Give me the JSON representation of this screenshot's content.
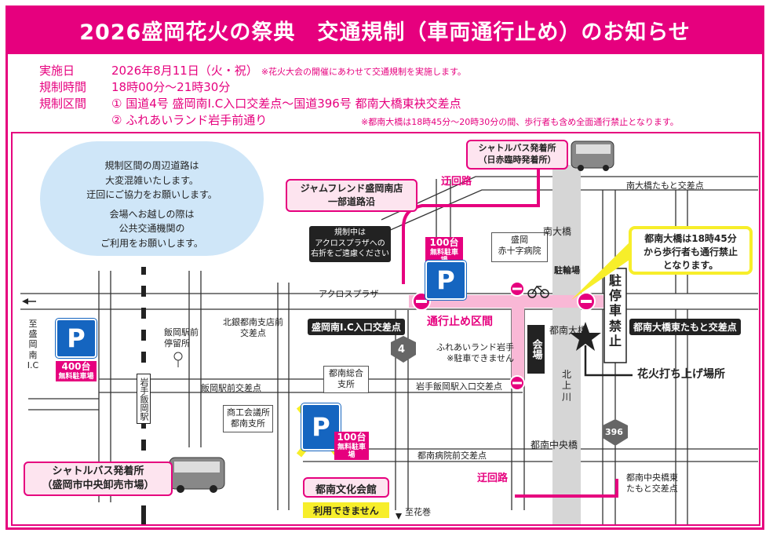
{
  "title": "2026盛岡花火の祭典　交通規制（車両通行止め）のお知らせ",
  "info": {
    "date_label": "実施日",
    "date_value": "2026年8月11日（火・祝）",
    "date_note": "※花火大会の開催にあわせて交通規制を実施します。",
    "time_label": "規制時間",
    "time_value": "18時00分～21時30分",
    "area_label": "規制区間",
    "area_1": "① 国道4号 盛岡南I.C入口交差点～国道396号 都南大橋東袂交差点",
    "area_2": "② ふれあいランド岩手前通り",
    "bridge_note": "※都南大橋は18時45分～20時30分の間、歩行者も含め全面通行禁止となります。"
  },
  "bubble": {
    "line1": "規制区間の周辺道路は",
    "line2": "大変混雑いたします。",
    "line3": "迂回にご協力をお願いします。",
    "line4": "会場へお越しの際は",
    "line5": "公共交通機関の",
    "line6": "ご利用をお願いします。"
  },
  "map": {
    "shuttle_top_1": "シャトルバス発着所",
    "shuttle_top_2": "（日赤臨時発着所）",
    "detour_top": "迂回路",
    "detour_bottom": "迂回路",
    "jam_1": "ジャムフレンド盛岡南店",
    "jam_2": "一部道路沿",
    "acros_note_1": "規制中は",
    "acros_note_2": "アクロスプラザへの",
    "acros_note_3": "右折をご遠慮ください",
    "acros": "アクロスプラザ",
    "parking_100_a_num": "100台",
    "parking_100_a_text": "無料駐車場",
    "parking_400_num": "400台",
    "parking_400_text": "無料駐車場",
    "parking_100_b_num": "100台",
    "parking_100_b_text": "無料駐車場",
    "p": "P",
    "hospital_1": "盛岡",
    "hospital_2": "赤十字病院",
    "minami_ohashi": "南大橋",
    "minami_ohashi_tamoto": "南大橋たもと交差点",
    "bicycle": "駐輪場",
    "bridge_callout_1": "都南大橋は18時45分",
    "bridge_callout_2": "から歩行者も通行禁止",
    "bridge_callout_3": "となります。",
    "no_parking_1": "駐",
    "no_parking_2": "停",
    "no_parking_3": "車",
    "no_parking_4": "禁",
    "no_parking_5": "止",
    "tonan_ohashi_east": "都南大橋東たもと交差点",
    "tonan_ohashi": "都南大橋",
    "to_morioka_ic_1": "至",
    "to_morioka_ic_2": "盛",
    "to_morioka_ic_3": "岡",
    "to_morioka_ic_4": "南",
    "to_morioka_ic_5": "I.C",
    "iiokaeki_mae_1": "飯岡駅前",
    "iiokaeki_mae_2": "停留所",
    "hokugin": "北銀都南支店前",
    "hokugin_2": "交差点",
    "ic_entrance": "盛岡南I.C入口交差点",
    "closed_section": "通行止め区間",
    "venue": "会場",
    "fureai_1": "ふれあいランド岩手",
    "fureai_2": "※駐車できません",
    "route4": "4",
    "route396": "396",
    "kitakami_1": "北",
    "kitakami_2": "上",
    "kitakami_3": "川",
    "fireworks": "花火打ち上げ場所",
    "station": "岩手飯岡駅",
    "iioka_ekimae": "飯岡駅前交差点",
    "sogo_1": "都南総合",
    "sogo_2": "支所",
    "iwate_iioka_ent": "岩手飯岡駅入口交差点",
    "shoko_1": "商工会議所",
    "shoko_2": "都南支所",
    "tonan_chuo": "都南中央橋",
    "hospital_mae": "都南病院前交差点",
    "tonan_chuo_east_1": "都南中央橋東",
    "tonan_chuo_east_2": "たもと交差点",
    "shuttle_bottom_1": "シャトルバス発着所",
    "shuttle_bottom_2": "（盛岡市中央卸売市場）",
    "bunka": "都南文化会館",
    "not_available": "利用できません",
    "to_hanamaki": "至花巻"
  },
  "colors": {
    "accent": "#e6007e",
    "parking": "#1565c0",
    "bubble": "#cfe6f8",
    "yellow": "#f7ee2a",
    "closed": "#f9b8d6"
  }
}
